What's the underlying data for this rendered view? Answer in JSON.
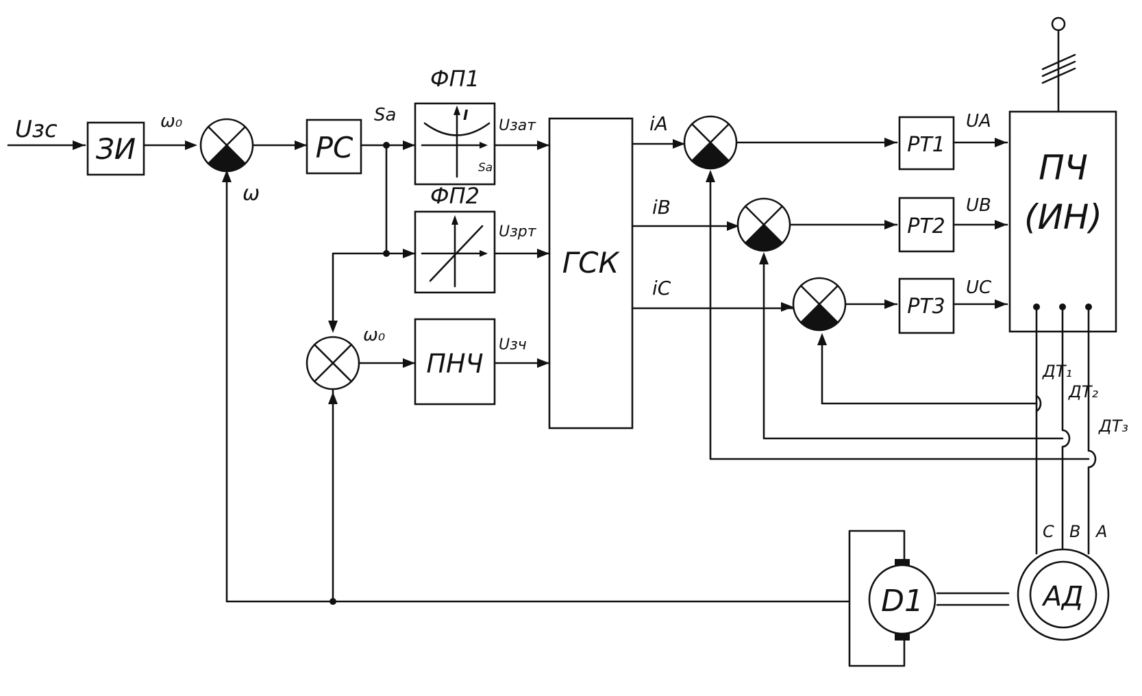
{
  "colors": {
    "ink": "#111111",
    "paper": "#ffffff"
  },
  "blocks": {
    "zi": "ЗИ",
    "rs": "РС",
    "fp1": "ФП1",
    "fp1_axis_y": "I",
    "fp1_axis_x": "Sa",
    "fp2": "ФП2",
    "pnch": "ПНЧ",
    "gsk": "ГСК",
    "rt1": "РТ1",
    "rt2": "РТ2",
    "rt3": "РТ3",
    "pch_line1": "ПЧ",
    "pch_line2": "(ИН)",
    "d1": "D1",
    "ad": "АД"
  },
  "signals": {
    "u_zs": "Uзс",
    "omega0_top": "ω₀",
    "omega": "ω",
    "sa": "Sa",
    "u_zat": "Uзат",
    "u_zrt": "Uзрт",
    "omega0_mid": "ω₀",
    "u_zch": "Uзч",
    "i_a": "iA",
    "i_b": "iB",
    "i_c": "iC",
    "u_a": "UA",
    "u_b": "UB",
    "u_c": "UC",
    "dt1": "ДТ₁",
    "dt2": "ДТ₂",
    "dt3": "ДТ₃",
    "phase_c": "C",
    "phase_b": "B",
    "phase_a": "A"
  }
}
